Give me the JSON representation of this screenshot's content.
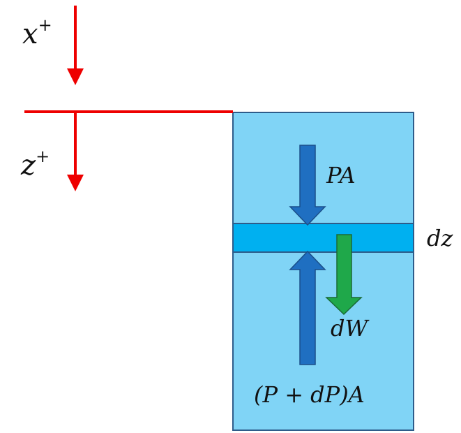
{
  "labels": {
    "x_axis": "x",
    "z_axis": "z",
    "axis_superscript": "+",
    "pressure_top": "PA",
    "pressure_bottom": "(P + dP)A",
    "weight": "dW",
    "slice_thickness": "dz"
  },
  "colors": {
    "axis_red": "#ee0000",
    "column_fill": "#80d4f6",
    "column_stroke": "#2e5c8a",
    "slice_fill": "#00b0f0",
    "pressure_arrow": "#1f6fc1",
    "pressure_arrow_stroke": "#1a4f8a",
    "weight_arrow": "#1fa84a",
    "weight_arrow_stroke": "#1a6a35"
  }
}
